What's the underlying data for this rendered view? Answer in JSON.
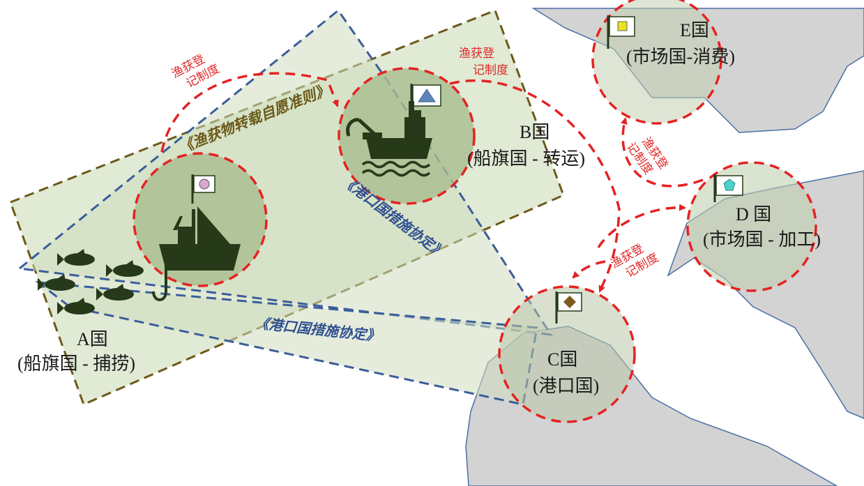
{
  "countries": {
    "A": {
      "name": "A国",
      "role": "(船旗国 - 捕捞)"
    },
    "B": {
      "name": "B国",
      "role": "(船旗国 - 转运)"
    },
    "C": {
      "name": "C国",
      "role": "(港口国)"
    },
    "D": {
      "name": "D 国",
      "role": "(市场国 - 加工)"
    },
    "E": {
      "name": "E国",
      "role": "(市场国-消费)"
    }
  },
  "agreements": {
    "transshipment": "《渔获物转载自愿准则》",
    "psma_upper": "《港口国措施协定》",
    "psma_lower": "《港口国措施协定》"
  },
  "catch_docs": {
    "ab": {
      "line1": "渔获登",
      "line2": "记制度"
    },
    "bc": {
      "line1": "渔获登",
      "line2": "记制度"
    },
    "de": {
      "line1": "渔获登",
      "line2": "记制度"
    },
    "cd": {
      "line1": "渔获登",
      "line2": "记制度"
    }
  },
  "colors": {
    "zone_fill": "#dbe6cc",
    "circle_fill": "#a9bd8f",
    "land": "#d3d3d3",
    "land_edge": "#4a6fa5",
    "red_dash": "#e52222",
    "blue_dash": "#3b5d9a",
    "gold_dash": "#6b5a1a",
    "icon_dark": "#263a1a"
  },
  "icons": [
    "fishing-boat-icon",
    "fish-icon",
    "hook-icon",
    "crane-ship-icon",
    "waves-icon",
    "flag-icon"
  ]
}
